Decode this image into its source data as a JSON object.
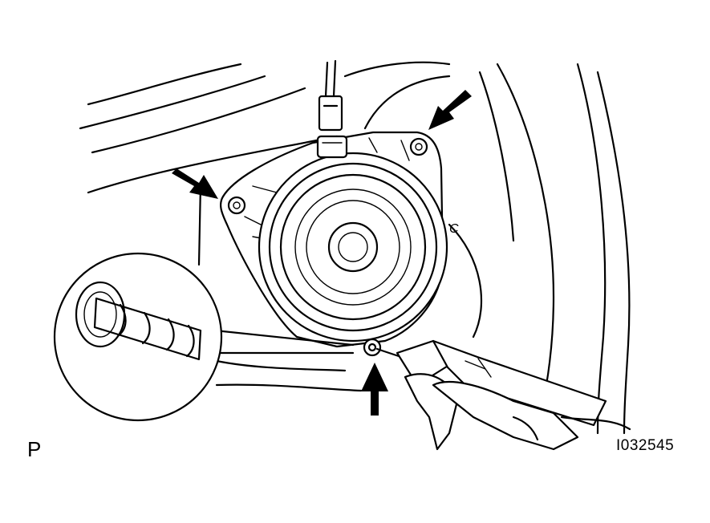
{
  "corner_letter": "P",
  "figure_id": "I032545",
  "marker_letter": "C",
  "colors": {
    "ink": "#000000",
    "paper": "#ffffff"
  },
  "icons": [
    "screw-arrow-icon",
    "speaker-icon",
    "drill-icon",
    "magnifier-callout-icon"
  ]
}
